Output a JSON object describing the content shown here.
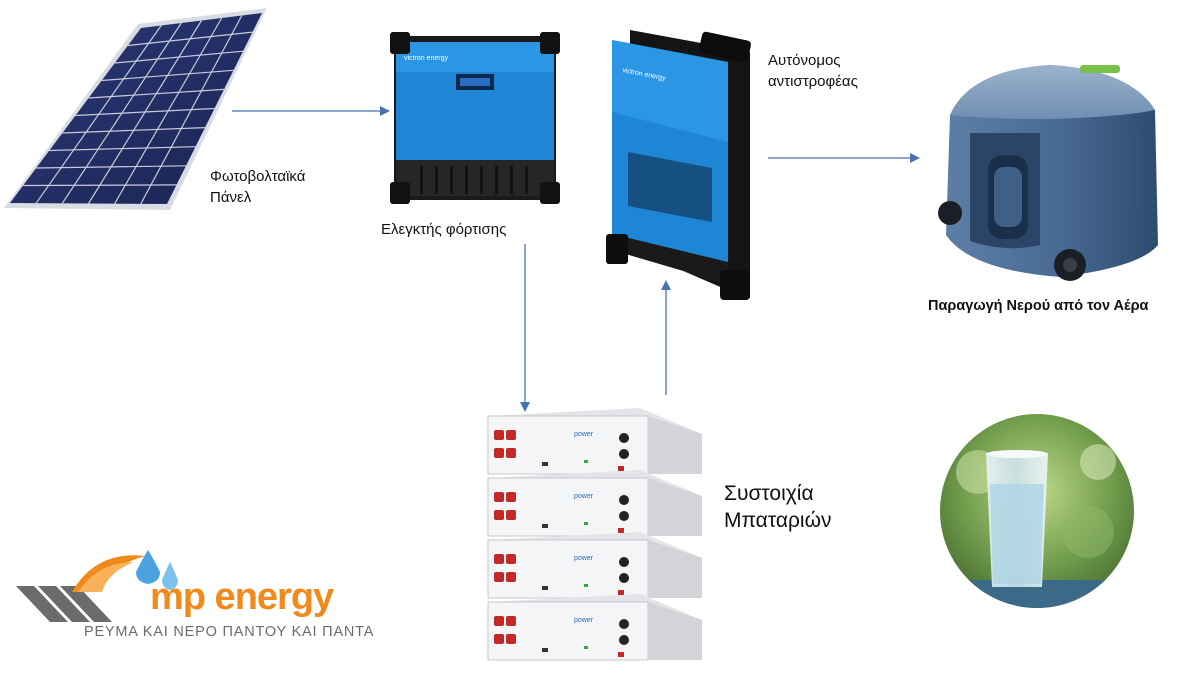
{
  "labels": {
    "pv_panels": [
      "Φωτοβολταϊκά",
      "Πάνελ"
    ],
    "charge_controller": "Ελεγκτής φόρτισης",
    "inverter": [
      "Αυτόνομος",
      "αντιστροφέας"
    ],
    "water_generator": "Παραγωγή Νερού από τον Αέρα",
    "battery_bank": [
      "Συστοιχία",
      "Μπαταριών"
    ]
  },
  "logo": {
    "name": "mp energy",
    "slogan": "ΡΕΥΜΑ ΚΑΙ ΝΕΡΟ ΠΑΝΤΟΥ ΚΑΙ ΠΑΝΤΑ"
  },
  "device_text": {
    "controller_brand": "victron energy",
    "inverter_brand": "victron energy",
    "battery_brand": "power"
  },
  "colors": {
    "arrow": "#4a72b0",
    "victron_blue": "#1f86d6",
    "logo_orange": "#f08a1c",
    "logo_gray": "#6b6b6b",
    "water_blue": "#4aa3df"
  }
}
